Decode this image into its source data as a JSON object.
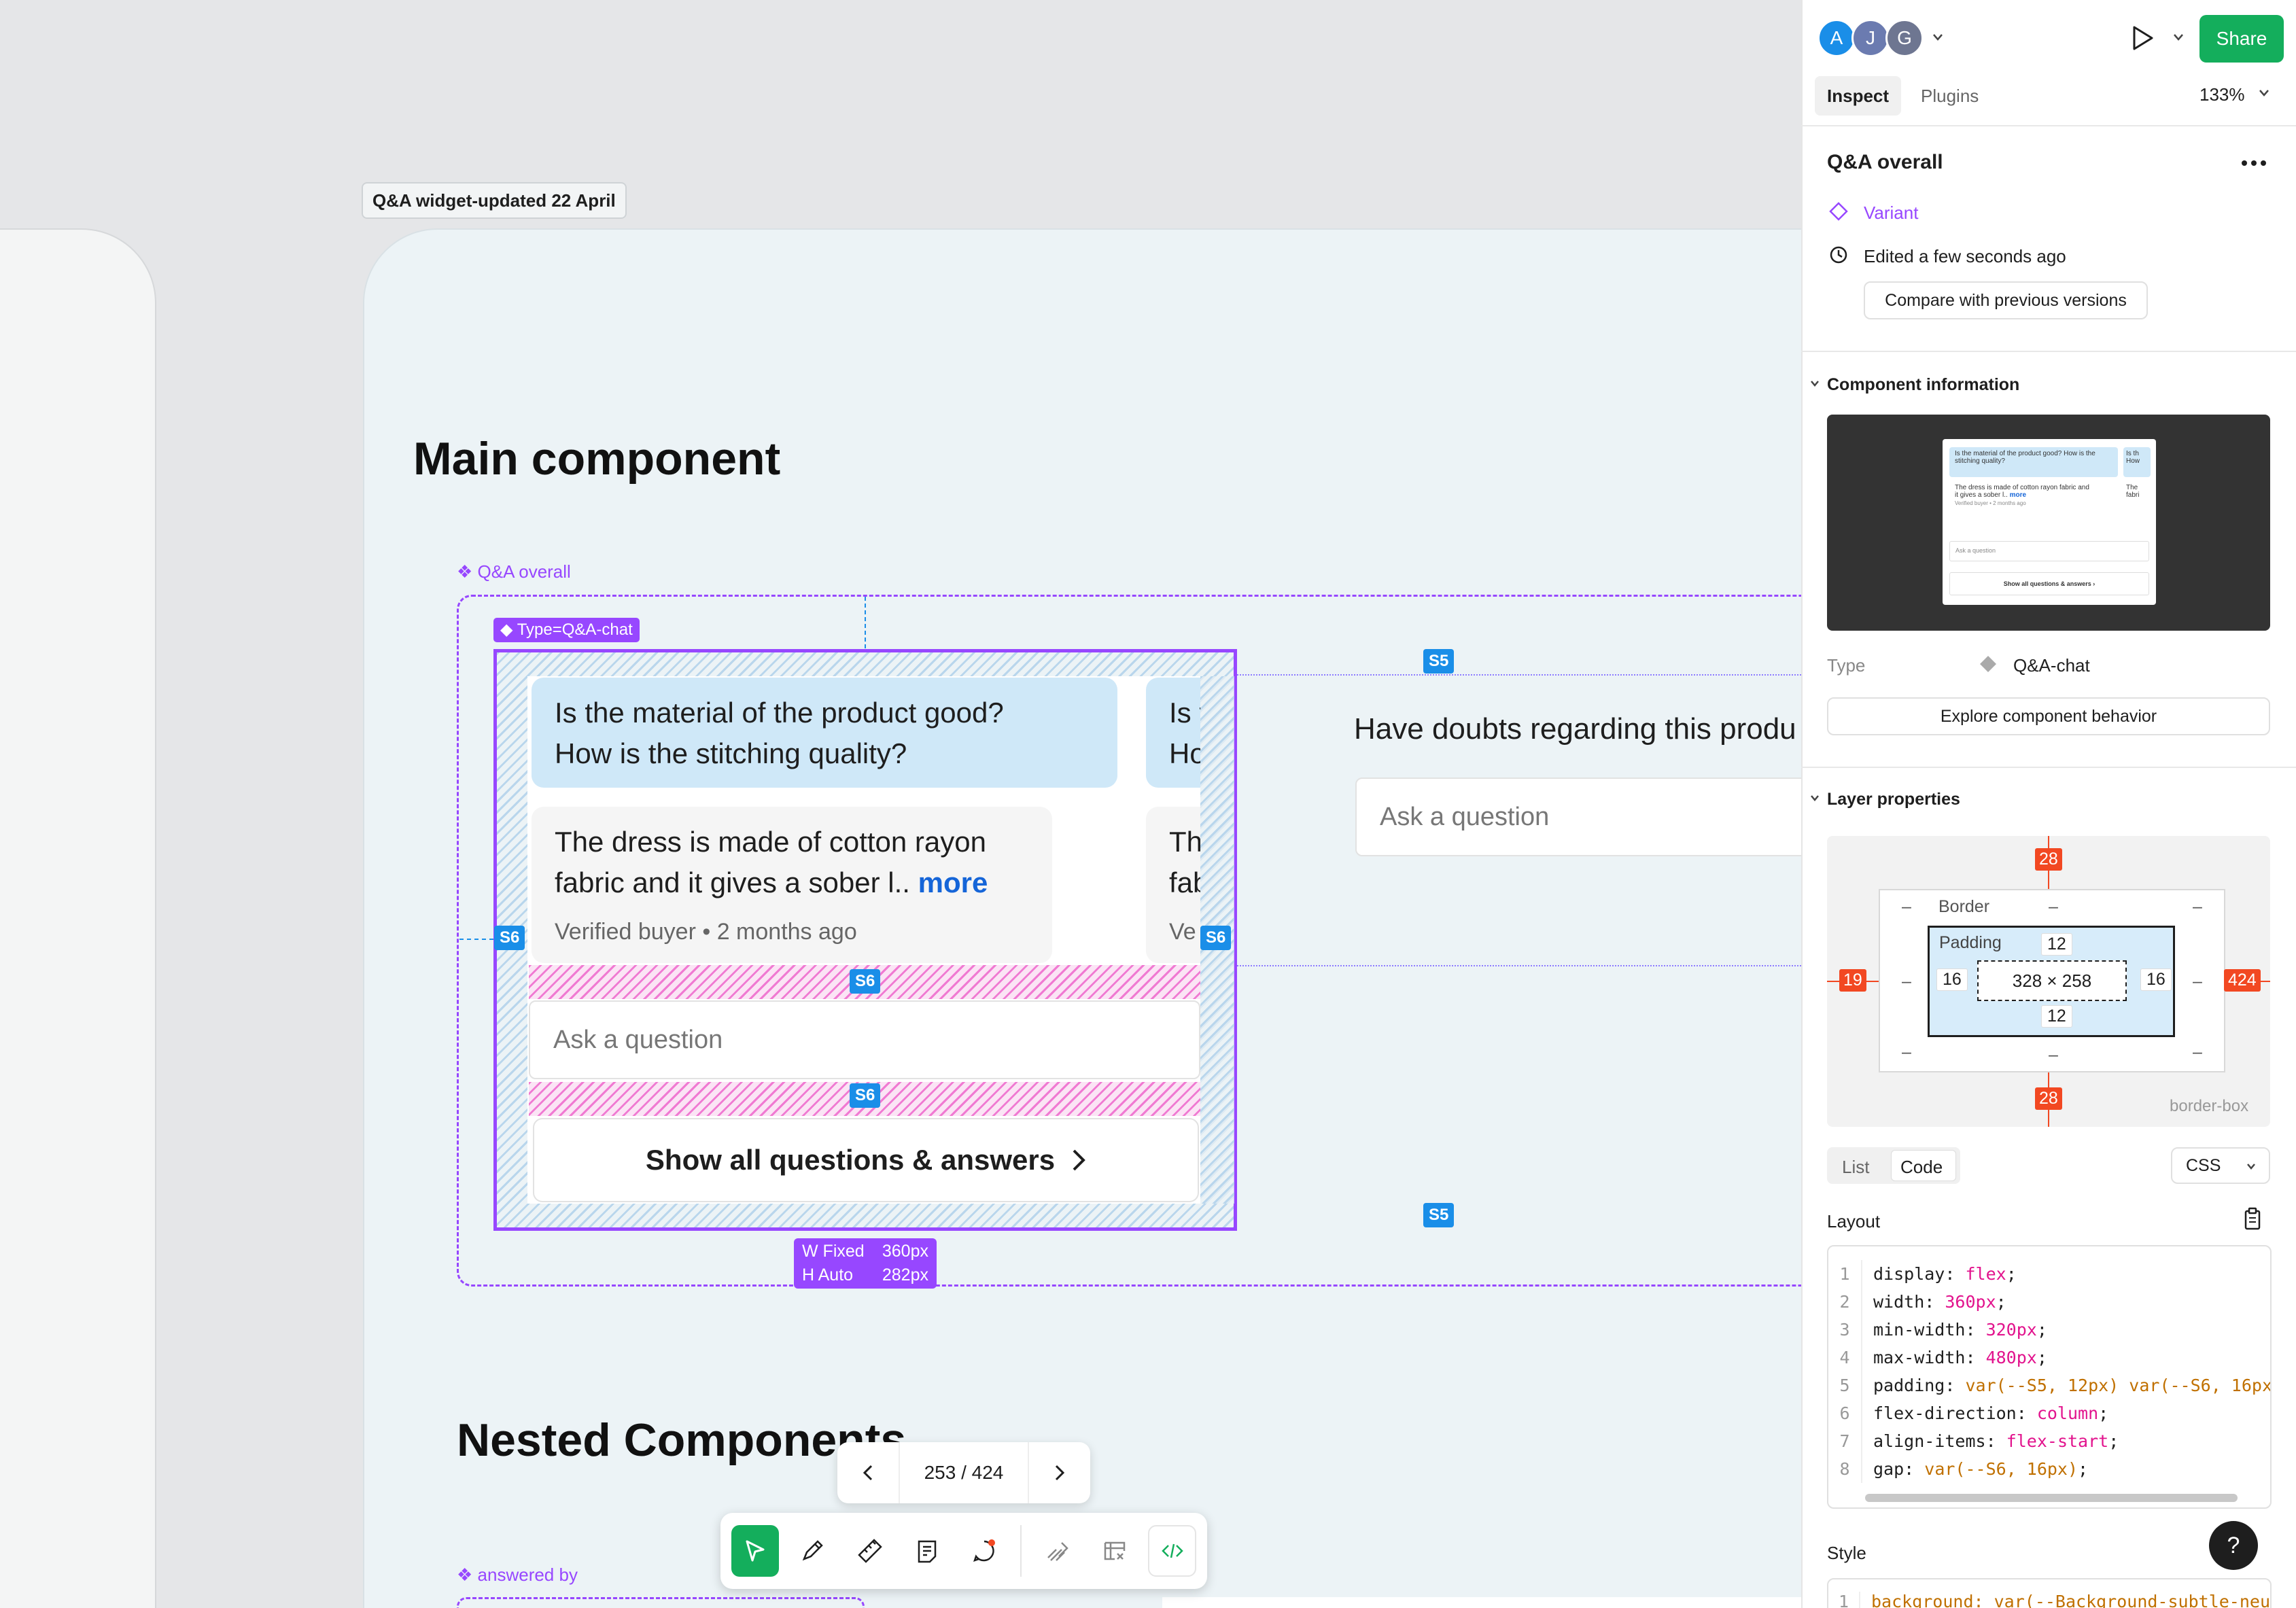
{
  "canvas": {
    "frame_label": "Q&A widget-updated 22 April",
    "heading_main": "Main component",
    "component_label": "❖ Q&A overall",
    "variant_chip": "◆ Type=Q&A-chat",
    "question_1": [
      "Is the material of the product good?",
      "How is the stitching quality?"
    ],
    "question_2_partial": [
      "Is the",
      "How"
    ],
    "answer_1_line1": "The dress is made of cotton rayon",
    "answer_1_line2": "fabric and it gives a sober l..",
    "more_link": "more",
    "answer_meta": "Verified buyer • 2 months ago",
    "answer_2_partial": [
      "The",
      "fabri",
      "Ve"
    ],
    "ask_placeholder": "Ask a question",
    "show_all_label": "Show all questions & answers",
    "side_heading": "Have doubts regarding this produ",
    "side_ask_placeholder": "Ask a question",
    "spacing_s5": "S5",
    "spacing_s6": "S6",
    "size_w_label": "W  Fixed",
    "size_w_value": "360px",
    "size_h_label": "H  Auto",
    "size_h_value": "282px",
    "heading_nested": "Nested Components",
    "answered_by_label": "❖ answered by"
  },
  "pager": {
    "text": "253 / 424"
  },
  "toolbar": {
    "tools": [
      "move-tool",
      "pen-tool",
      "ruler-tool",
      "comment-tool",
      "annotation-tool",
      "measure-tool",
      "table-tool",
      "dev-code-tool"
    ],
    "active": "move-tool"
  },
  "panel": {
    "avatars": [
      {
        "letter": "A",
        "color": "#1a8ee8"
      },
      {
        "letter": "J",
        "color": "#6b7bb0"
      },
      {
        "letter": "G",
        "color": "#6e7691"
      }
    ],
    "share_label": "Share",
    "tabs": [
      "Inspect",
      "Plugins"
    ],
    "zoom": "133%",
    "title": "Q&A overall",
    "variant_label": "Variant",
    "edited_label": "Edited a few seconds ago",
    "compare_button": "Compare with previous versions",
    "component_info_heading": "Component information",
    "thumb_q": "Is the material of the product good? How is the stitching quality?",
    "thumb_a": "The dress is made of cotton rayon fabric and it gives a sober l..",
    "thumb_more": "more",
    "thumb_meta": "Verified buyer • 2 months ago",
    "thumb_ask": "Ask a question",
    "thumb_show": "Show all questions & answers  ›",
    "thumb_q2": "Is th How",
    "thumb_a2": "The fabri",
    "type_label": "Type",
    "type_value": "Q&A-chat",
    "explore_button": "Explore component behavior",
    "layer_props_heading": "Layer properties",
    "box": {
      "margin_top": "28",
      "margin_bottom": "28",
      "margin_left": "19",
      "margin_right": "424",
      "border_label": "Border",
      "padding_label": "Padding",
      "pad_top": "12",
      "pad_bottom": "12",
      "pad_left": "16",
      "pad_right": "16",
      "content": "328 × 258",
      "dash": "–",
      "sizing": "border-box"
    },
    "view_tabs": [
      "List",
      "Code"
    ],
    "lang_select": "CSS",
    "layout_heading": "Layout",
    "code_lines": [
      {
        "n": "1",
        "prop": "display",
        "val": "flex"
      },
      {
        "n": "2",
        "prop": "width",
        "val": "360px"
      },
      {
        "n": "3",
        "prop": "min-width",
        "val": "320px"
      },
      {
        "n": "4",
        "prop": "max-width",
        "val": "480px"
      },
      {
        "n": "5",
        "prop": "padding",
        "val": "var(--S5, 12px) var(--S6, 16px"
      },
      {
        "n": "6",
        "prop": "flex-direction",
        "val": "column"
      },
      {
        "n": "7",
        "prop": "align-items",
        "val": "flex-start"
      },
      {
        "n": "8",
        "prop": "gap",
        "val": "var(--S6, 16px)"
      }
    ],
    "style_heading": "Style",
    "style_line_1": "background: var(--Background-subtle-neu",
    "help_label": "?"
  }
}
